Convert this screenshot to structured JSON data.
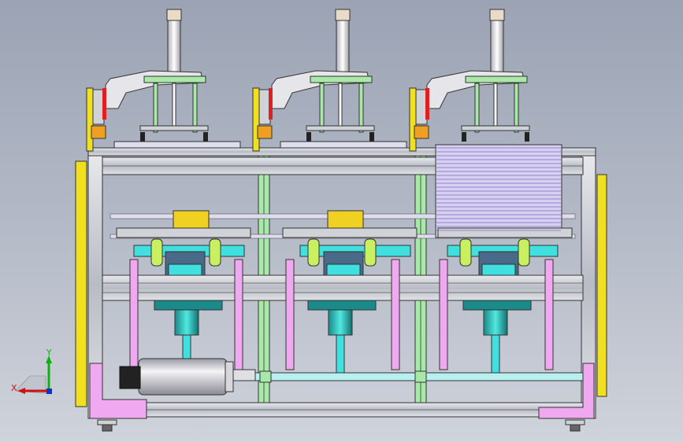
{
  "view": {
    "background_top": "#9ba3b4",
    "background_bottom": "#cfd3db"
  },
  "triad": {
    "x_label": "X",
    "y_label": "Y",
    "x_color": "#d01010",
    "y_color": "#10b010",
    "z_color": "#1030d0"
  },
  "colors": {
    "frame": "#cfd3d8",
    "yellow": "#f0e020",
    "pink": "#f0a8f0",
    "violet": "#d89ae8",
    "cyan": "#40e0e0",
    "teal": "#30c0c0",
    "green": "#a0e8a0",
    "lime": "#c8f060",
    "orange": "#f0a020",
    "red": "#e02020",
    "slate": "#4a6a8a",
    "cylinder": "#e8e8ec"
  },
  "stations": [
    "station-1",
    "station-2",
    "station-3"
  ],
  "icons": {
    "triad": "coordinate-triad-icon"
  }
}
